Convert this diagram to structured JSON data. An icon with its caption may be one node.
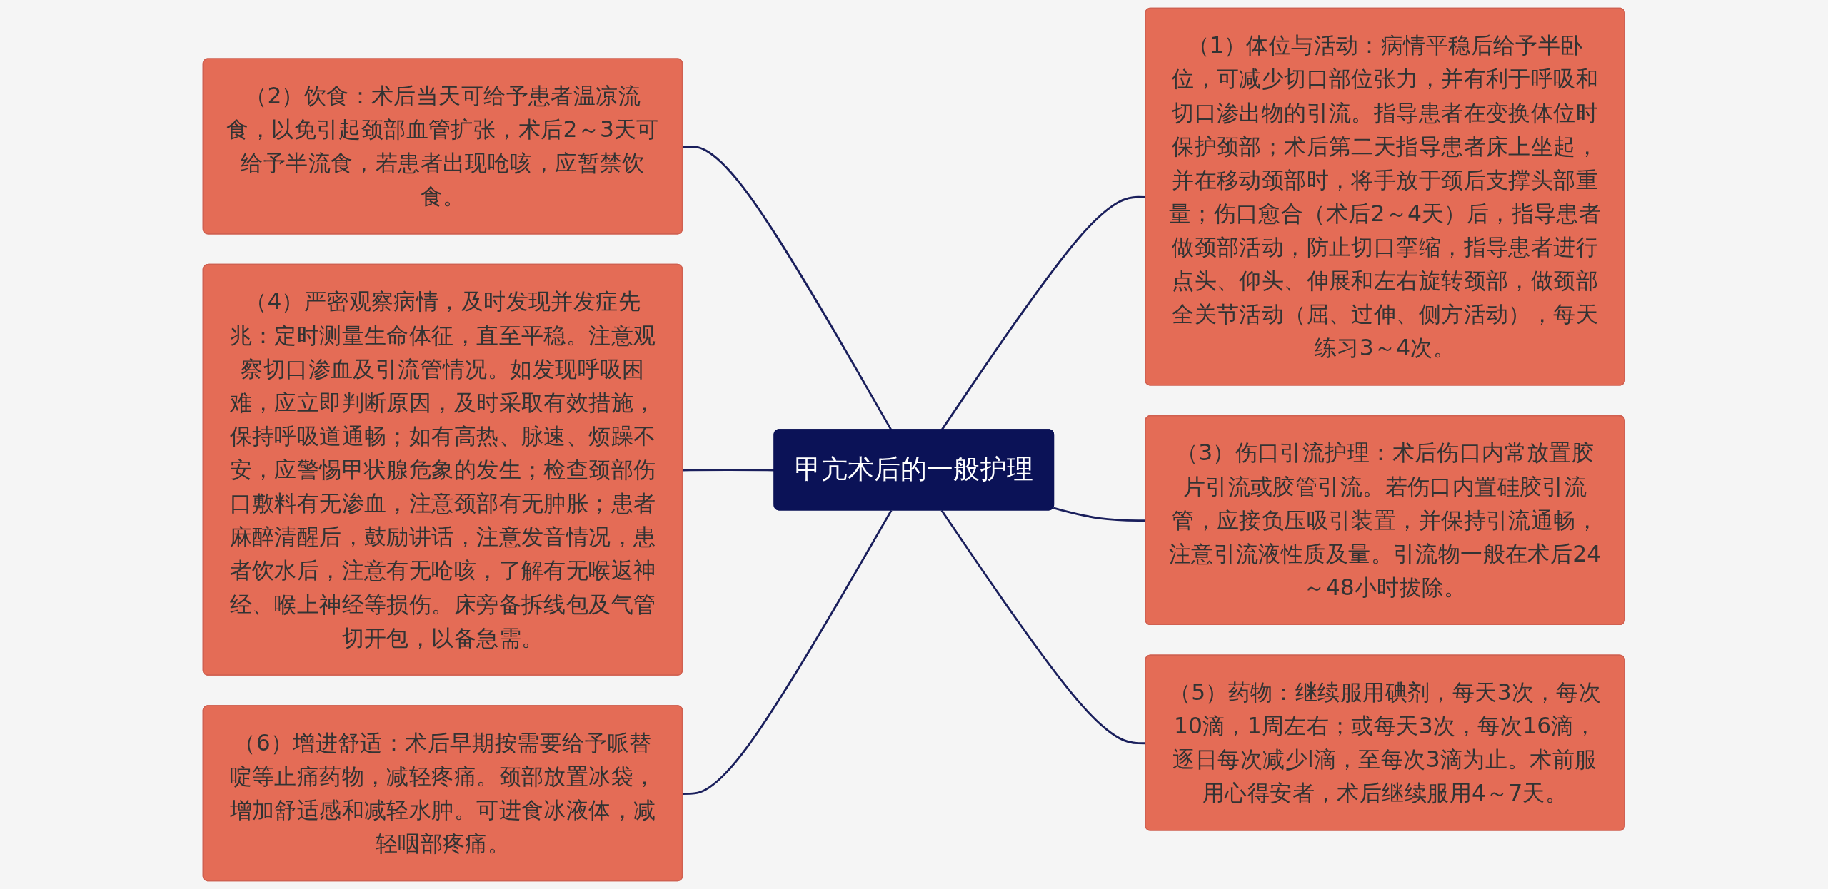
{
  "diagram": {
    "nodes": [
      {
        "text": [
          "甲亢术后的一般护理"
        ]
      },
      {
        "text": [
          "（1）体位与活动：病情平稳后给予半卧位，可减少切口部位张力，并有利于呼吸和切口渗出物的引流。指导患者在变换体位时保护颈部；术后第二天指导患者床上坐起，并在移动颈部时，将手放于颈后支撑头部重量；伤口愈合（术后2～4天）后，指导患者做颈部活动，防止切口挛缩，指导患者进行点头、仰头、伸展和左右旋转颈部，做颈部全关节活动（屈、过伸、侧方活动），每天练习3～4次。"
        ]
      },
      {
        "text": [
          "（2）饮食：术后当天可给予患者温凉流食，以免引起颈部血管扩张，术后2～3天可给予半流食，若患者出现呛咳，应暂禁饮食。"
        ]
      },
      {
        "text": [
          "（3）伤口引流护理：术后伤口内常放置胶片引流或胶管引流。若伤口内置硅胶引流管，应接负压吸引装置，并保持引流通畅，注意引流液性质及量。引流物一般在术后24～48小时拔除。"
        ]
      },
      {
        "text": [
          "（4）严密观察病情，及时发现并发症先兆：定时测量生命体征，直至平稳。注意观察切口渗血及引流管情况。如发现呼吸困难，应立即判断原因，及时采取有效措施，保持呼吸道通畅；如有高热、脉速、烦躁不安，应警惕甲状腺危象的发生；检查颈部伤口敷料有无渗血，注意颈部有无肿胀；患者麻醉清醒后，鼓励讲话，注意发音情况，患者饮水后，注意有无呛咳，了解有无喉返神经、喉上神经等损伤。床旁备拆线包及气管切开包，以备急需。"
        ]
      },
      {
        "text": [
          "（5）药物：继续服用碘剂，每天3次，每次10滴，1周左右；或每天3次，每次16滴，逐日每次减少l滴，至每次3滴为止。术前服用心得安者，术后继续服用4～7天。"
        ]
      },
      {
        "text": [
          "（6）增进舒适：术后早期按需要给予哌替啶等止痛药物，减轻疼痛。颈部放置冰袋，增加舒适感和减轻水肿。可进食冰液体，减轻咽部疼痛。"
        ]
      }
    ],
    "edges": [
      {
        "from": 0,
        "to": 1,
        "arrow": "none"
      },
      {
        "from": 0,
        "to": 2,
        "arrow": "none"
      },
      {
        "from": 0,
        "to": 3,
        "arrow": "none"
      },
      {
        "from": 0,
        "to": 4,
        "arrow": "none"
      },
      {
        "from": 0,
        "to": 5,
        "arrow": "none"
      },
      {
        "from": 0,
        "to": 6,
        "arrow": "none"
      }
    ]
  }
}
